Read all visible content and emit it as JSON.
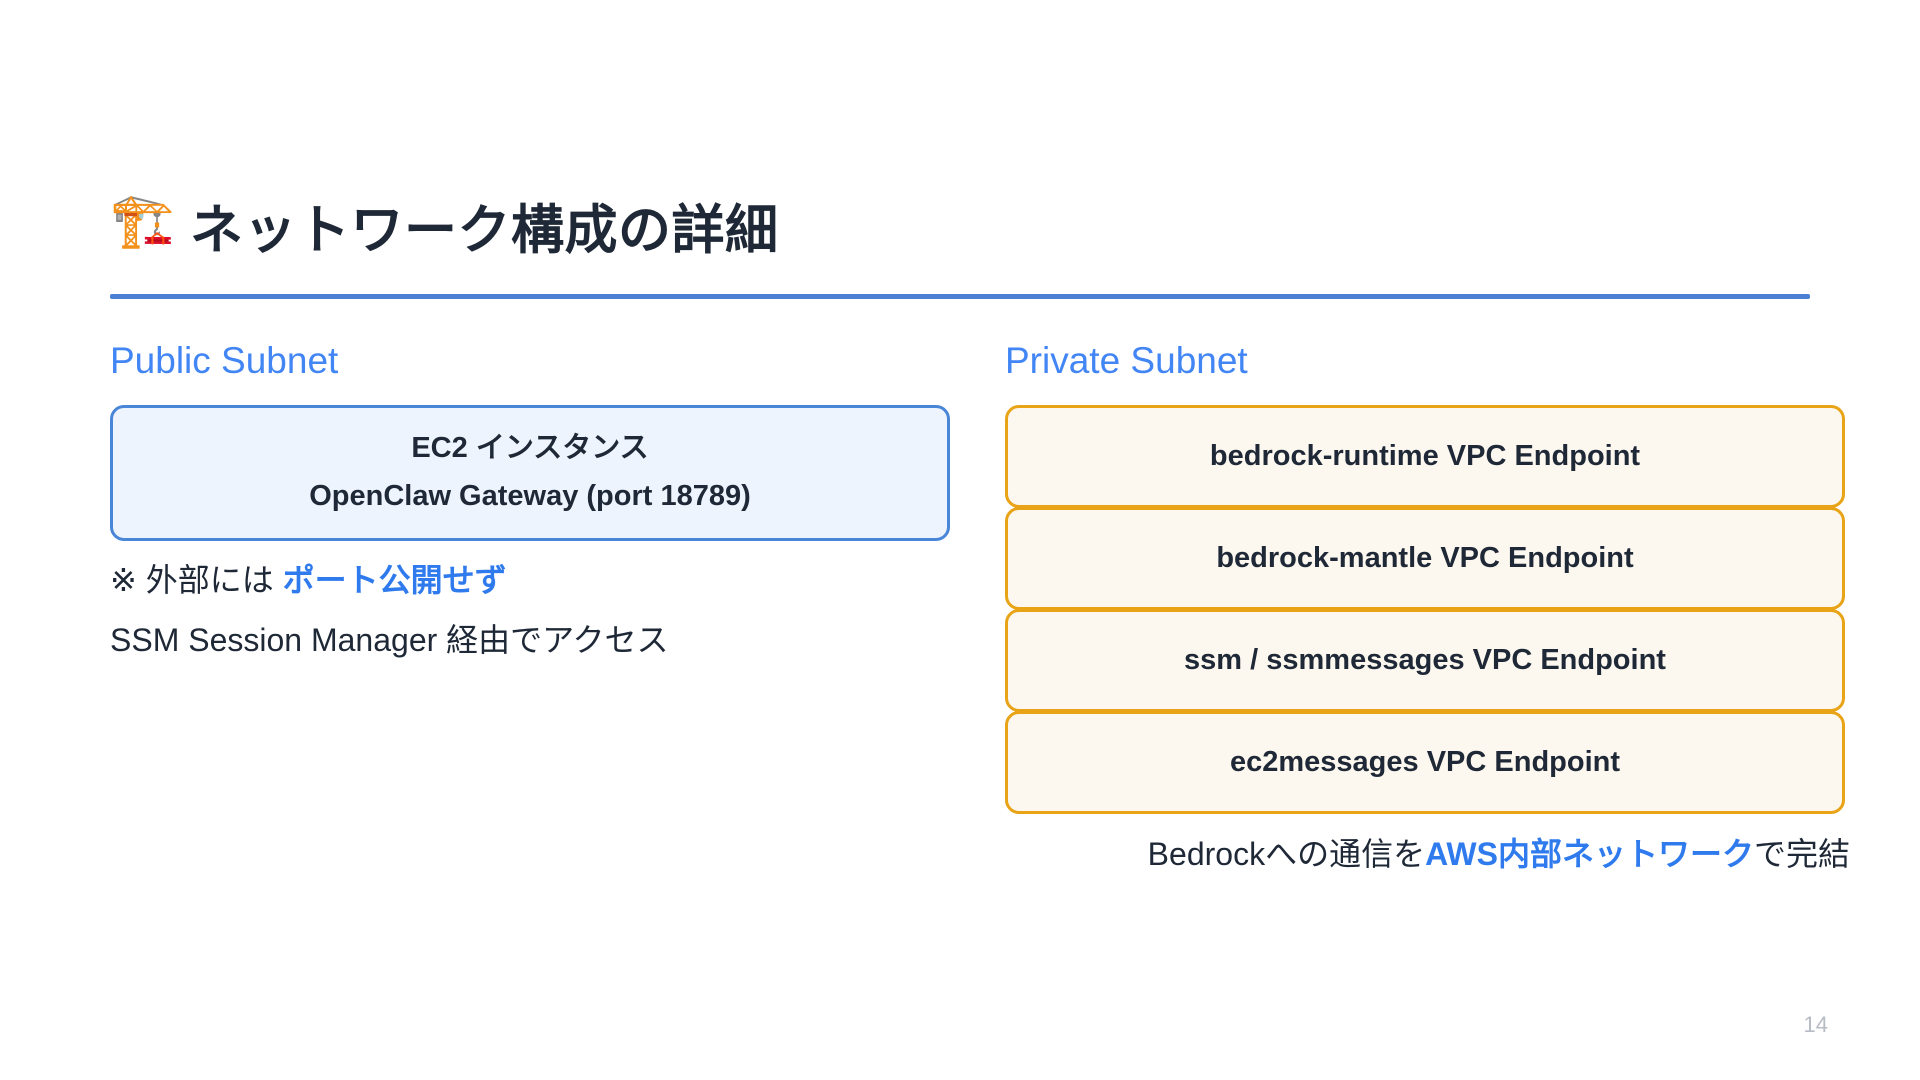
{
  "slide": {
    "title": {
      "icon": "construction-crane-icon",
      "emoji": "🏗️",
      "text": "ネットワーク構成の詳細"
    },
    "page_number": "14",
    "accent_color": "#4a7fd4",
    "heading_color": "#4285f4",
    "highlight_color": "#2f7bee",
    "orange_border_color": "#e8a317",
    "orange_fill_color": "#fdf8ef",
    "blue_border_color": "#4a86d8",
    "blue_fill_color": "#eef4fd"
  },
  "left_column": {
    "heading": "Public Subnet",
    "box": {
      "line1": "EC2 インスタンス",
      "line2": "OpenClaw Gateway (port 18789)"
    },
    "note1": {
      "prefix": "※ 外部には ",
      "highlight": "ポート公開せず"
    },
    "note2": "SSM Session Manager 経由でアクセス"
  },
  "right_column": {
    "heading": "Private Subnet",
    "endpoints": [
      {
        "label": "bedrock-runtime VPC Endpoint"
      },
      {
        "label": "bedrock-mantle VPC Endpoint"
      },
      {
        "label": "ssm / ssmmessages VPC Endpoint"
      },
      {
        "label": "ec2messages VPC Endpoint"
      }
    ],
    "caption": {
      "prefix": "Bedrockへの通信を",
      "highlight": "AWS内部ネットワーク",
      "suffix": "で完結"
    }
  }
}
